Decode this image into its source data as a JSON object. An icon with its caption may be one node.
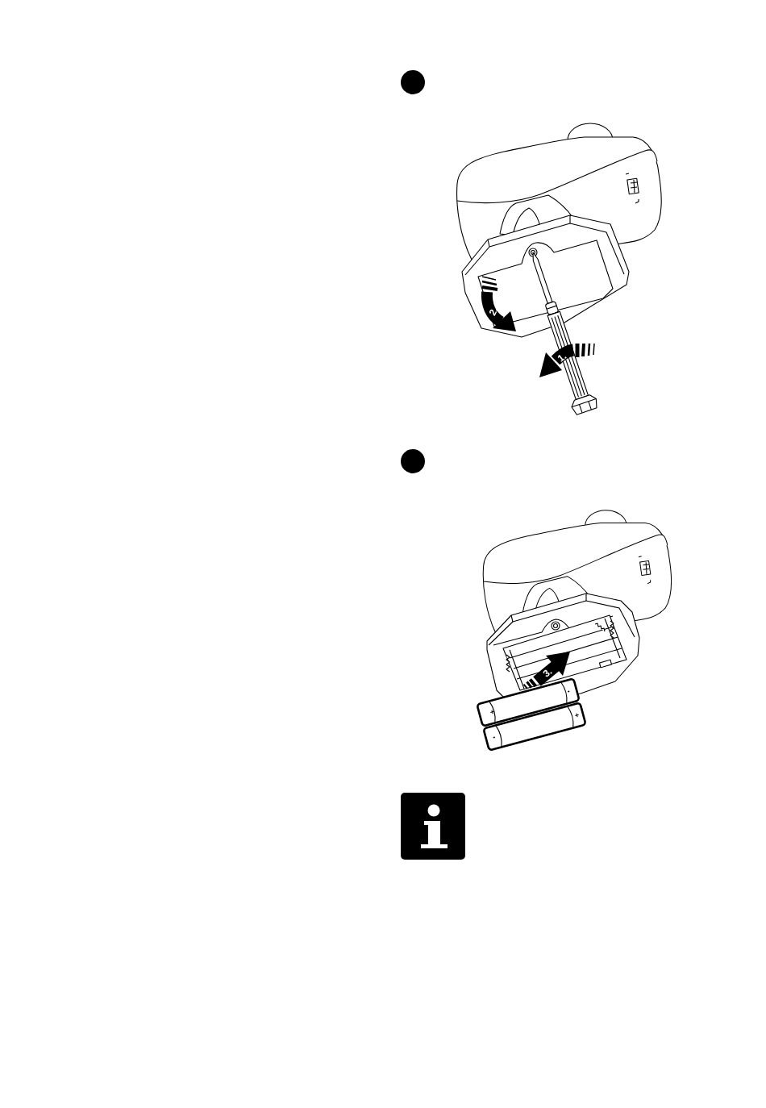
{
  "diagram": {
    "labels": [
      "2.",
      "1.",
      "3.",
      "+",
      "+"
    ]
  }
}
